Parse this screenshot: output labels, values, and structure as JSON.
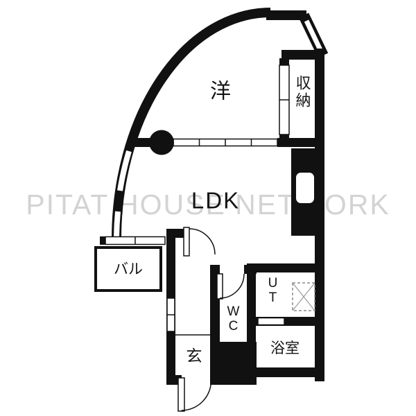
{
  "floorplan": {
    "watermark_text": "PITAT HOUSE NETWORK",
    "labels": {
      "western_room": "洋",
      "storage": "収納",
      "ldk": "LDK",
      "balcony": "バル",
      "entrance": "玄",
      "toilet": "WC",
      "utility": "UT",
      "bathroom": "浴室"
    },
    "colors": {
      "wall": "#111111",
      "floor": "#ffffff",
      "watermark": "#d3d3d3"
    }
  }
}
